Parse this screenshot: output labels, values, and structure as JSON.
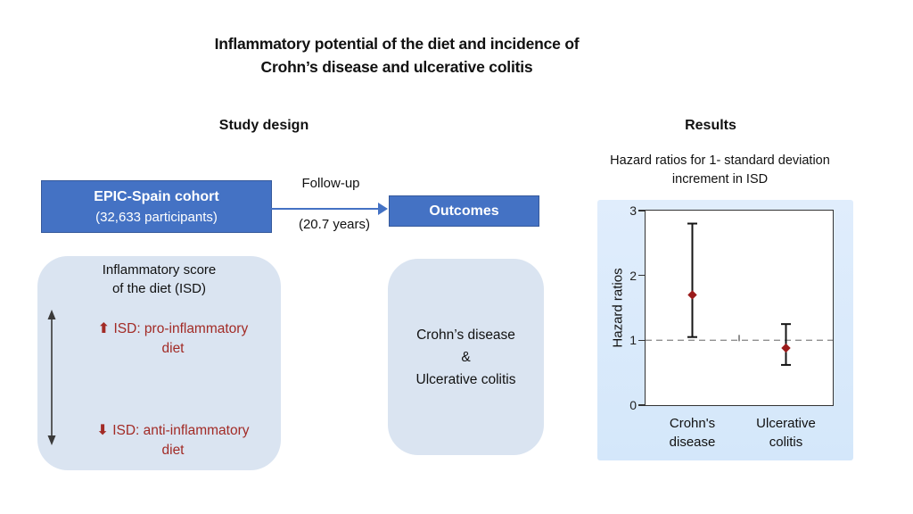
{
  "title_line1": "Inflammatory potential of the diet and incidence of",
  "title_line2": "Crohn’s disease and ulcerative colitis",
  "study_design": {
    "heading": "Study design",
    "cohort_name": "EPIC-Spain cohort",
    "cohort_detail": "(32,633 participants)",
    "followup_label": "Follow-up",
    "followup_duration": "(20.7 years)",
    "outcomes_label": "Outcomes",
    "isd_title_line1": "Inflammatory score",
    "isd_title_line2": "of the diet (ISD)",
    "up_arrow_icon": "⬆",
    "down_arrow_icon": "⬇",
    "pro_line1": "ISD: pro-inflammatory",
    "pro_line2": "diet",
    "anti_line1": "ISD: anti-inflammatory",
    "anti_line2": "diet",
    "outcome_line1": "Crohn’s disease",
    "outcome_line2": "&",
    "outcome_line3": "Ulcerative colitis"
  },
  "results_panel": {
    "heading": "Results",
    "subtitle_line1": "Hazard ratios for 1- standard deviation",
    "subtitle_line2": "increment in ISD"
  },
  "colors": {
    "accent_blue": "#4472c4",
    "light_blue_box": "#dae4f1",
    "chart_panel_blue": "#d9e9fb",
    "red_text": "#a22b26",
    "marker_red": "#9b1b1b",
    "errorbar_black": "#151515",
    "reference_gray": "#8f8f8f"
  },
  "chart_data": {
    "type": "scatter",
    "title": "Hazard ratios for 1- standard deviation increment in ISD",
    "xlabel": "",
    "ylabel": "Hazard ratios",
    "ylim": [
      0,
      3
    ],
    "yticks": [
      0,
      1,
      2,
      3
    ],
    "reference_line_y": 1,
    "grid": false,
    "legend": false,
    "categories": [
      "Crohn's disease",
      "Ulcerative colitis"
    ],
    "points": [
      {
        "category": "Crohn's disease",
        "value": 1.7,
        "ci_low": 1.05,
        "ci_high": 2.8
      },
      {
        "category": "Ulcerative colitis",
        "value": 0.88,
        "ci_low": 0.62,
        "ci_high": 1.25
      }
    ]
  }
}
